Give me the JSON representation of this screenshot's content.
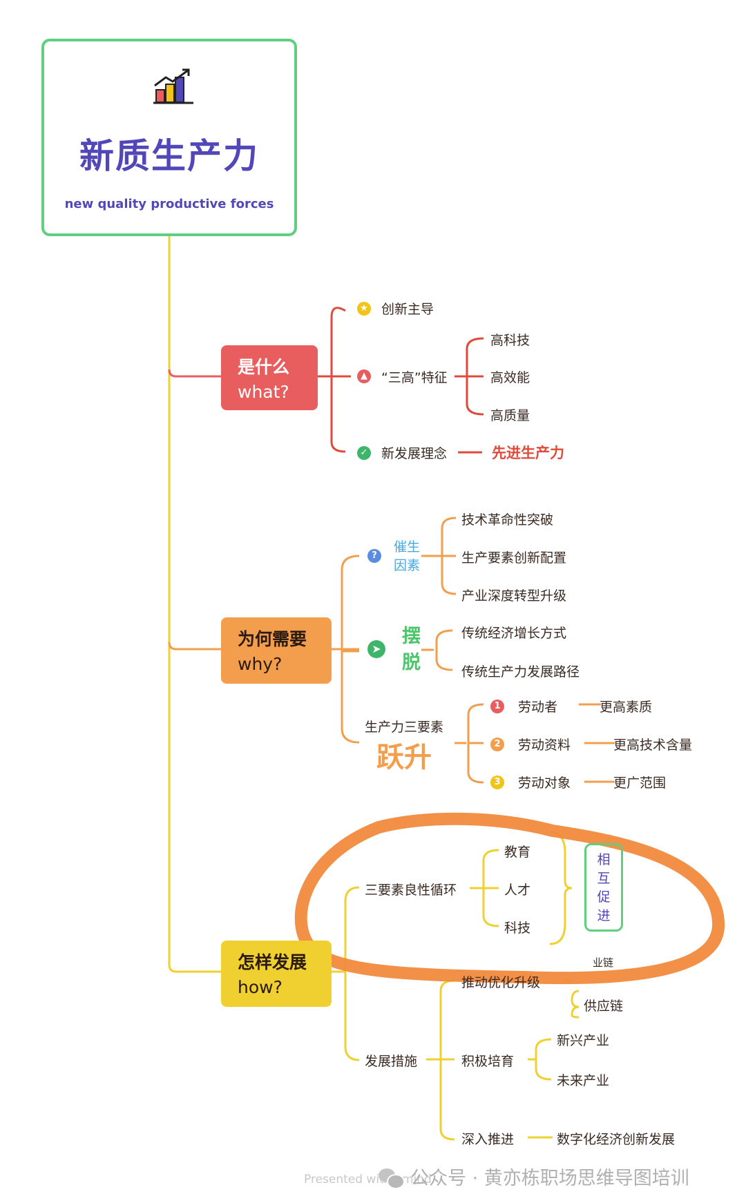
{
  "title": {
    "main": "新质生产力",
    "subtitle": "new quality productive forces",
    "icon": "growth-bar-chart-icon"
  },
  "colors": {
    "what": "#e85d5d",
    "why": "#f29e4c",
    "how": "#f0d030",
    "accent_purple": "#5147b8",
    "highlight_circle": "#f08a3c"
  },
  "what": {
    "line1": "是什么",
    "line2": "what?",
    "items": {
      "innovation": "创新主导",
      "three_high": "“三高”特征",
      "three_high_children": [
        "高科技",
        "高效能",
        "高质量"
      ],
      "new_concept": "新发展理念",
      "new_concept_result": "先进生产力"
    }
  },
  "why": {
    "line1": "为何需要",
    "line2": "why?",
    "factors": {
      "label_1": "催生",
      "label_2": "因素",
      "children": [
        "技术革命性突破",
        "生产要素创新配置",
        "产业深度转型升级"
      ]
    },
    "breakaway": {
      "label_1": "摆",
      "label_2": "脱",
      "children": [
        "传统经济增长方式",
        "传统生产力发展路径"
      ]
    },
    "leap": {
      "label_top": "生产力三要素",
      "label_big": "跃升",
      "items": [
        {
          "num": "1",
          "name": "劳动者",
          "result": "更高素质"
        },
        {
          "num": "2",
          "name": "劳动资料",
          "result": "更高技术含量"
        },
        {
          "num": "3",
          "name": "劳动对象",
          "result": "更广范围"
        }
      ]
    }
  },
  "how": {
    "line1": "怎样发展",
    "line2": "how?",
    "cycle": {
      "label": "三要素良性循环",
      "children": [
        "教育",
        "人才",
        "科技"
      ],
      "mutual": [
        "相",
        "互",
        "促",
        "进"
      ]
    },
    "measures": {
      "label": "发展措施",
      "push": {
        "label": "推动优化升级",
        "partial": "业链",
        "child": "供应链"
      },
      "cultivate": {
        "label": "积极培育",
        "children": [
          "新兴产业",
          "未来产业"
        ]
      },
      "deepen": {
        "label": "深入推进",
        "child": "数字化经济创新发展"
      }
    }
  },
  "watermark": {
    "presented": "Presented with xmind",
    "account": "公众号 · 黄亦栋职场思维导图培训"
  }
}
